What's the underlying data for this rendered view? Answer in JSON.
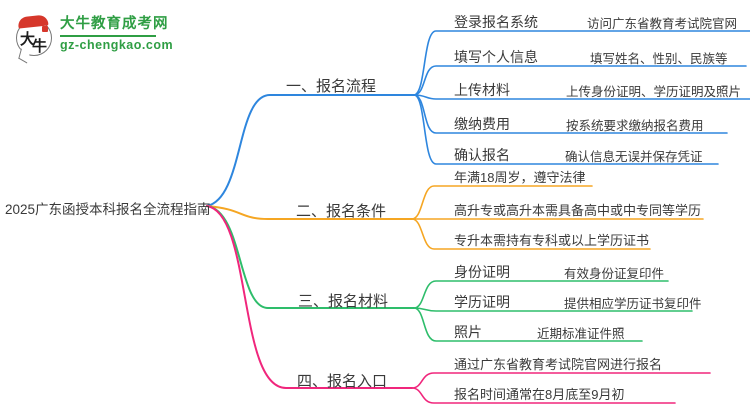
{
  "logo": {
    "title": "大牛教育成考网",
    "url": "gz-chengkao.com",
    "badge_char1": "大",
    "badge_char2": "牛",
    "green": "#2f9e44",
    "red": "#d6372b"
  },
  "root": {
    "title": "2025广东函授本科报名全流程指南"
  },
  "colors": {
    "branch_process": "#2e86de",
    "branch_conditions": "#f5a623",
    "branch_materials": "#2ebd6b",
    "branch_entry": "#f0267c",
    "text": "#3a3a3a",
    "background": "#ffffff"
  },
  "branches": [
    {
      "label": "一、报名流程",
      "color": "#2e86de",
      "children": [
        {
          "label": "登录报名系统",
          "desc": "访问广东省教育考试院官网"
        },
        {
          "label": "填写个人信息",
          "desc": "填写姓名、性别、民族等"
        },
        {
          "label": "上传材料",
          "desc": "上传身份证明、学历证明及照片"
        },
        {
          "label": "缴纳费用",
          "desc": "按系统要求缴纳报名费用"
        },
        {
          "label": "确认报名",
          "desc": "确认信息无误并保存凭证"
        }
      ]
    },
    {
      "label": "二、报名条件",
      "color": "#f5a623",
      "children": [
        {
          "label": "年满18周岁，遵守法律",
          "desc": ""
        },
        {
          "label": "高升专或高升本需具备高中或中专同等学历",
          "desc": ""
        },
        {
          "label": "专升本需持有专科或以上学历证书",
          "desc": ""
        }
      ]
    },
    {
      "label": "三、报名材料",
      "color": "#2ebd6b",
      "children": [
        {
          "label": "身份证明",
          "desc": "有效身份证复印件"
        },
        {
          "label": "学历证明",
          "desc": "提供相应学历证书复印件"
        },
        {
          "label": "照片",
          "desc": "近期标准证件照"
        }
      ]
    },
    {
      "label": "四、报名入口",
      "color": "#f0267c",
      "children": [
        {
          "label": "通过广东省教育考试院官网进行报名",
          "desc": ""
        },
        {
          "label": "报名时间通常在8月底至9月初",
          "desc": ""
        }
      ]
    }
  ]
}
